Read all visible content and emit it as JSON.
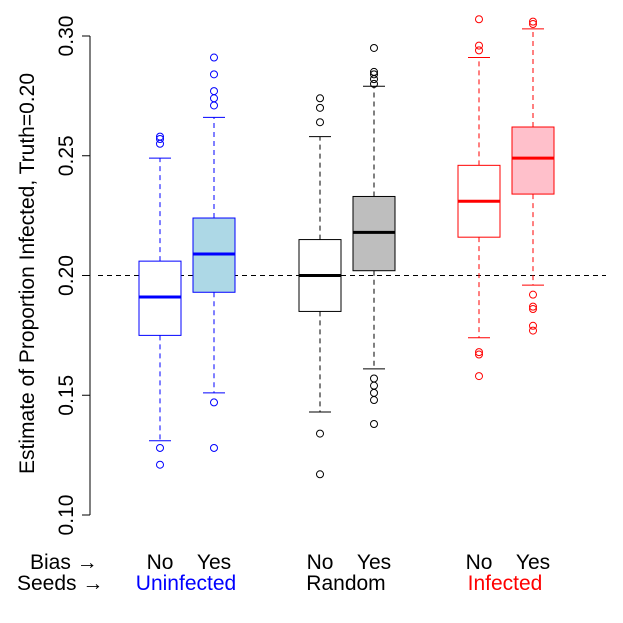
{
  "chart_data": {
    "type": "boxplot",
    "title": "",
    "ylabel": "Estimate of Proportion Infected, Truth=0.20",
    "ylim": [
      0.1,
      0.3
    ],
    "yticks": [
      "0.10",
      "0.15",
      "0.20",
      "0.25",
      "0.30"
    ],
    "reference_line": {
      "y": 0.2,
      "style": "dashed",
      "color": "#000000"
    },
    "row_labels": {
      "bias": "Bias →",
      "seeds": "Seeds →"
    },
    "groups": [
      {
        "seed_label": "Uninfected",
        "color": "#0000ff",
        "boxes": [
          {
            "bias_label": "No",
            "fill": "#ffffff",
            "whisker_low": 0.131,
            "q1": 0.175,
            "median": 0.191,
            "q3": 0.206,
            "whisker_high": 0.249,
            "outliers": [
              0.121,
              0.128,
              0.255,
              0.257,
              0.258
            ]
          },
          {
            "bias_label": "Yes",
            "fill": "#add8e6",
            "whisker_low": 0.151,
            "q1": 0.193,
            "median": 0.209,
            "q3": 0.224,
            "whisker_high": 0.266,
            "outliers": [
              0.128,
              0.147,
              0.271,
              0.274,
              0.277,
              0.284,
              0.291
            ]
          }
        ]
      },
      {
        "seed_label": "Random",
        "color": "#000000",
        "boxes": [
          {
            "bias_label": "No",
            "fill": "#ffffff",
            "whisker_low": 0.143,
            "q1": 0.185,
            "median": 0.2,
            "q3": 0.215,
            "whisker_high": 0.258,
            "outliers": [
              0.117,
              0.134,
              0.264,
              0.27,
              0.274
            ]
          },
          {
            "bias_label": "Yes",
            "fill": "#bebebe",
            "whisker_low": 0.161,
            "q1": 0.202,
            "median": 0.218,
            "q3": 0.233,
            "whisker_high": 0.279,
            "outliers": [
              0.138,
              0.148,
              0.151,
              0.154,
              0.157,
              0.28,
              0.282,
              0.284,
              0.285,
              0.295
            ]
          }
        ]
      },
      {
        "seed_label": "Infected",
        "color": "#ff0000",
        "boxes": [
          {
            "bias_label": "No",
            "fill": "#ffffff",
            "whisker_low": 0.174,
            "q1": 0.216,
            "median": 0.231,
            "q3": 0.246,
            "whisker_high": 0.291,
            "outliers": [
              0.158,
              0.167,
              0.168,
              0.294,
              0.296,
              0.307
            ]
          },
          {
            "bias_label": "Yes",
            "fill": "#ffc0cb",
            "whisker_low": 0.196,
            "q1": 0.234,
            "median": 0.249,
            "q3": 0.262,
            "whisker_high": 0.303,
            "outliers": [
              0.177,
              0.179,
              0.186,
              0.187,
              0.192,
              0.305,
              0.306
            ]
          }
        ]
      }
    ]
  }
}
